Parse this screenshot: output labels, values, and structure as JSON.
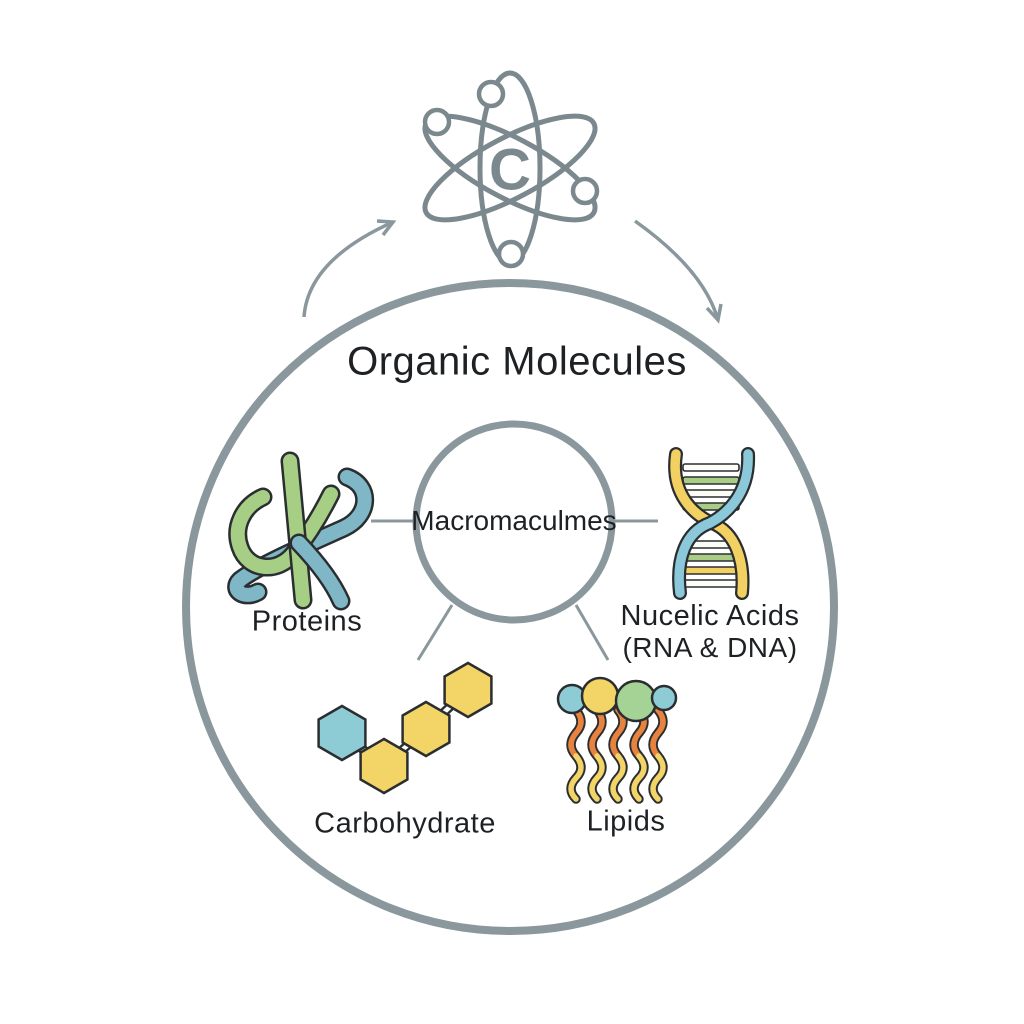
{
  "colors": {
    "line": "#8a989d",
    "atom": "#7b898f",
    "outline": "#2b2e30",
    "text": "#1e2124",
    "yellow": "#f2d467",
    "teal": "#8eccd5",
    "green": "#a9cc87",
    "orange": "#e8823f",
    "protein-green": "#a6cf85",
    "protein-blue": "#7fb7c7",
    "dna-yellow": "#f2d062",
    "dna-blue": "#8ac8da",
    "lipid-green": "#a5d395",
    "rung-white": "#fdfdf8"
  },
  "diagram": {
    "atom_symbol": "C",
    "atom_icon": "carbon-atom-icon",
    "title": "Organic Molecules",
    "center_node_label": "Macromaculmes",
    "nodes": [
      {
        "label": "Proteins",
        "icon": "protein-ribbon-icon"
      },
      {
        "label": "Nucelic Acids",
        "sublabel": "(RNA & DNA)",
        "icon": "dna-helix-icon"
      },
      {
        "label": "Carbohydrate",
        "icon": "hexagon-chain-icon"
      },
      {
        "label": "Lipids",
        "icon": "phospholipid-icon"
      }
    ]
  }
}
